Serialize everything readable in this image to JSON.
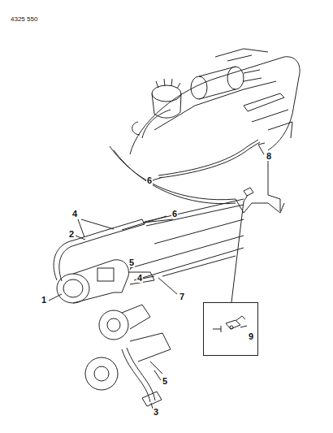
{
  "diagram": {
    "nodes": [
      {
        "text": [
          "9"
        ]
      }
    ],
    "labels": [
      "4325 550",
      "6",
      "8",
      "4",
      "6",
      "2",
      "5",
      "4",
      "1",
      "7",
      "5",
      "3"
    ]
  }
}
